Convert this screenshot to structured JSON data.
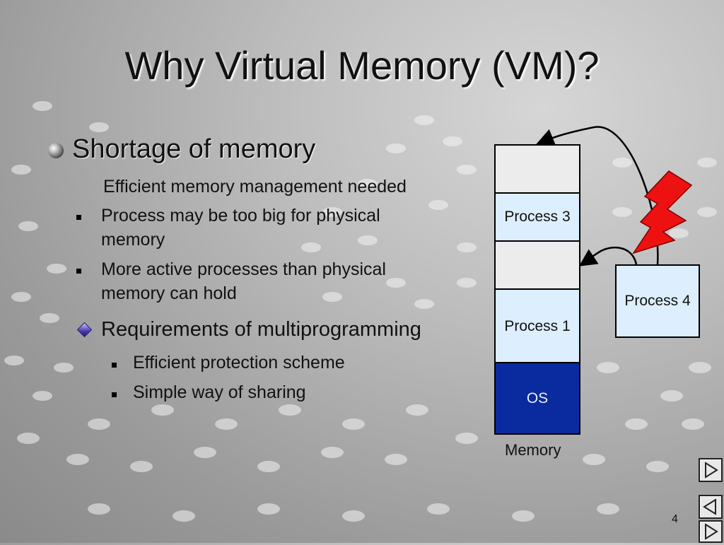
{
  "slide": {
    "title": "Why Virtual Memory (VM)?",
    "page_number": "4"
  },
  "content": {
    "bullet1": {
      "label": "Shortage of memory",
      "note": "Efficient memory management needed",
      "items": [
        {
          "line1": "Process may be too big for physical",
          "line2": "memory"
        },
        {
          "line1": "More active processes than physical",
          "line2": "memory can hold"
        }
      ]
    },
    "bullet2": {
      "label": "Requirements of multiprogramming",
      "items": [
        "Efficient protection scheme",
        "Simple way of sharing"
      ]
    }
  },
  "diagram": {
    "memory_label": "Memory",
    "blocks": [
      "",
      "Process 3",
      "",
      "Process 1",
      "OS"
    ],
    "external_process": "Process 4",
    "colors": {
      "os": "#0a2aa0",
      "process": "#ddeeff",
      "free": "#ececec",
      "lightning": "#ee1111"
    }
  },
  "nav": {
    "icons": [
      "play-next-icon",
      "play-previous-icon",
      "play-forward-icon"
    ]
  }
}
